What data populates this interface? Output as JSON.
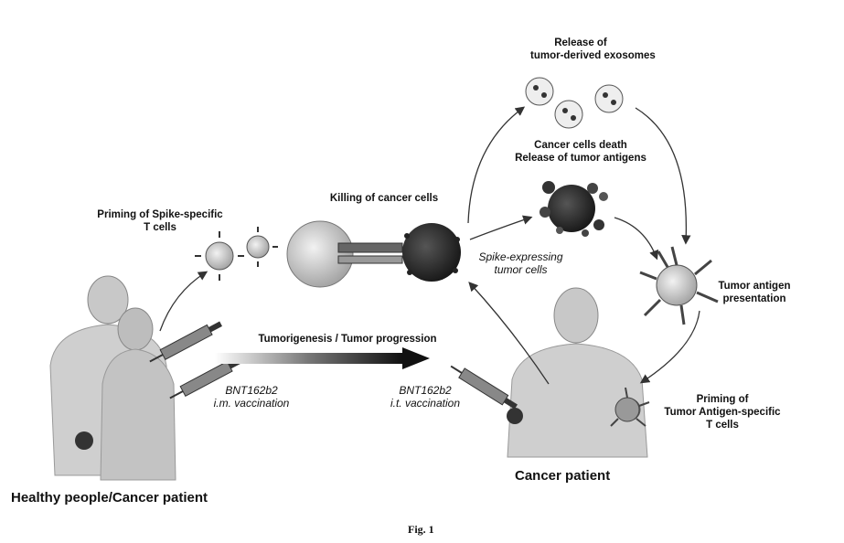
{
  "labels": {
    "release_exosomes": [
      "Release of",
      "tumor-derived exosomes"
    ],
    "cancer_death": [
      "Cancer cells death",
      "Release of tumor antigens"
    ],
    "killing": "Killing of cancer cells",
    "priming_spike": [
      "Priming of Spike-specific",
      "T cells"
    ],
    "spike_tumor": [
      "Spike-expressing",
      "tumor cells"
    ],
    "tumor_antigen_presentation": [
      "Tumor antigen",
      "presentation"
    ],
    "tumorigenesis": "Tumorigenesis / Tumor progression",
    "bnt_im": [
      "BNT162b2",
      "i.m. vaccination"
    ],
    "bnt_it": [
      "BNT162b2",
      "i.t. vaccination"
    ],
    "priming_tumor": [
      "Priming of",
      "Tumor Antigen-specific",
      "T cells"
    ],
    "cancer_patient": "Cancer patient",
    "healthy": "Healthy people/Cancer patient",
    "figure_caption": "Fig. 1"
  },
  "icons": {
    "person_left": "human-figure-icon",
    "person_right": "human-figure-icon",
    "syringe": "syringe-icon",
    "t_cell": "t-cell-icon",
    "cancer_cell": "cancer-cell-icon",
    "dendritic_cell": "dendritic-cell-icon",
    "exosome": "exosome-icon"
  },
  "colors": {
    "figure": "#c8c8c8",
    "dark": "#222222",
    "arrow": "#333333"
  }
}
